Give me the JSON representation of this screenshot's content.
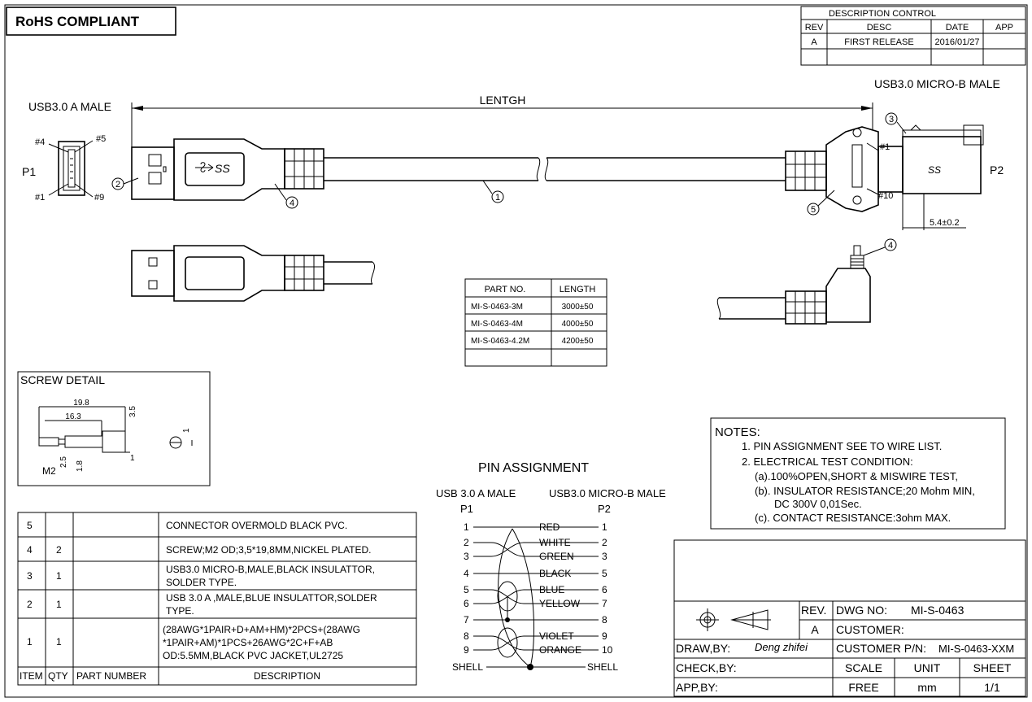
{
  "rohs": "RoHS COMPLIANT",
  "desc_control": {
    "title": "DESCRIPTION  CONTROL",
    "headers": [
      "REV",
      "DESC",
      "DATE",
      "APP"
    ],
    "rows": [
      [
        "A",
        "FIRST RELEASE",
        "2016/01/27",
        ""
      ]
    ]
  },
  "labels": {
    "p1_name": "USB3.0 A MALE",
    "p2_name": "USB3.0 MICRO-B MALE",
    "length": "LENTGH",
    "p1": "P1",
    "p2": "P2",
    "pin4": "#4",
    "pin5": "#5",
    "pin1": "#1",
    "pin9": "#9",
    "mpin1": "#1",
    "mpin10": "#10",
    "dim": "5.4±0.2",
    "logo": "SS",
    "b1": "1",
    "b2": "2",
    "b3": "3",
    "b4": "4",
    "b5": "5",
    "b4b": "4"
  },
  "parts_table": {
    "headers": [
      "PART NO.",
      "LENGTH"
    ],
    "rows": [
      [
        "MI-S-0463-3M",
        "3000±50"
      ],
      [
        "MI-S-0463-4M",
        "4000±50"
      ],
      [
        "MI-S-0463-4.2M",
        "4200±50"
      ],
      [
        "",
        ""
      ]
    ]
  },
  "screw": {
    "title": "SCREW DETAIL",
    "d1": "19.8",
    "d2": "16.3",
    "d3": "3.5",
    "d4": "1",
    "d5": "1",
    "d6": "2.5",
    "d7": "1.8",
    "m2": "M2"
  },
  "notes": {
    "title": "NOTES:",
    "lines": [
      "1. PIN ASSIGNMENT SEE TO WIRE LIST.",
      "2. ELECTRICAL TEST CONDITION:",
      "(a).100%OPEN,SHORT & MISWIRE TEST,",
      "(b). INSULATOR RESISTANCE;20 Mohm MIN,",
      "DC 300V 0,01Sec.",
      "(c). CONTACT RESISTANCE:3ohm MAX."
    ]
  },
  "pin_assignment": {
    "title": "PIN   ASSIGNMENT",
    "left_title": "USB 3.0 A MALE",
    "right_title": "USB3.0 MICRO-B MALE",
    "p1": "P1",
    "p2": "P2",
    "left_pins": [
      "1",
      "2",
      "3",
      "4",
      "5",
      "6",
      "7",
      "8",
      "9",
      "SHELL"
    ],
    "right_pins": [
      "1",
      "2",
      "3",
      "5",
      "6",
      "7",
      "8",
      "9",
      "10",
      "SHELL"
    ],
    "colors": [
      "RED",
      "WHITE",
      "GREEN",
      "BLACK",
      "BLUE",
      "YELLOW",
      "VIOLET",
      "ORANGE"
    ]
  },
  "bom": {
    "headers": [
      "ITEM",
      "QTY",
      "PART NUMBER",
      "DESCRIPTION"
    ],
    "rows": [
      {
        "item": "5",
        "qty": "",
        "pn": "",
        "desc": [
          "CONNECTOR OVERMOLD BLACK PVC."
        ]
      },
      {
        "item": "4",
        "qty": "2",
        "pn": "",
        "desc": [
          "SCREW;M2  OD;3,5*19,8MM,NICKEL PLATED."
        ]
      },
      {
        "item": "3",
        "qty": "1",
        "pn": "",
        "desc": [
          "USB3.0 MICRO-B,MALE,BLACK INSULATTOR,",
          "SOLDER TYPE."
        ]
      },
      {
        "item": "2",
        "qty": "1",
        "pn": "",
        "desc": [
          "USB 3.0 A ,MALE,BLUE INSULATTOR,SOLDER",
          "TYPE."
        ]
      },
      {
        "item": "1",
        "qty": "1",
        "pn": "",
        "desc": [
          "(28AWG*1PAIR+D+AM+HM)*2PCS+(28AWG",
          "*1PAIR+AM)*1PCS+26AWG*2C+F+AB",
          "OD:5.5MM,BLACK PVC JACKET,UL2725"
        ]
      }
    ]
  },
  "title_block": {
    "rev_label": "REV.",
    "rev": "A",
    "dwg_no_label": "DWG NO:",
    "dwg_no": "MI-S-0463",
    "customer_label": "CUSTOMER:",
    "draw_by_label": "DRAW,BY:",
    "draw_by": "Deng zhifei",
    "customer_pn_label": "CUSTOMER P/N:",
    "customer_pn": "MI-S-0463-XXM",
    "check_by_label": "CHECK,BY:",
    "app_by_label": "APP,BY:",
    "scale_label": "SCALE",
    "scale": "FREE",
    "unit_label": "UNIT",
    "unit": "mm",
    "sheet_label": "SHEET",
    "sheet": "1/1"
  }
}
